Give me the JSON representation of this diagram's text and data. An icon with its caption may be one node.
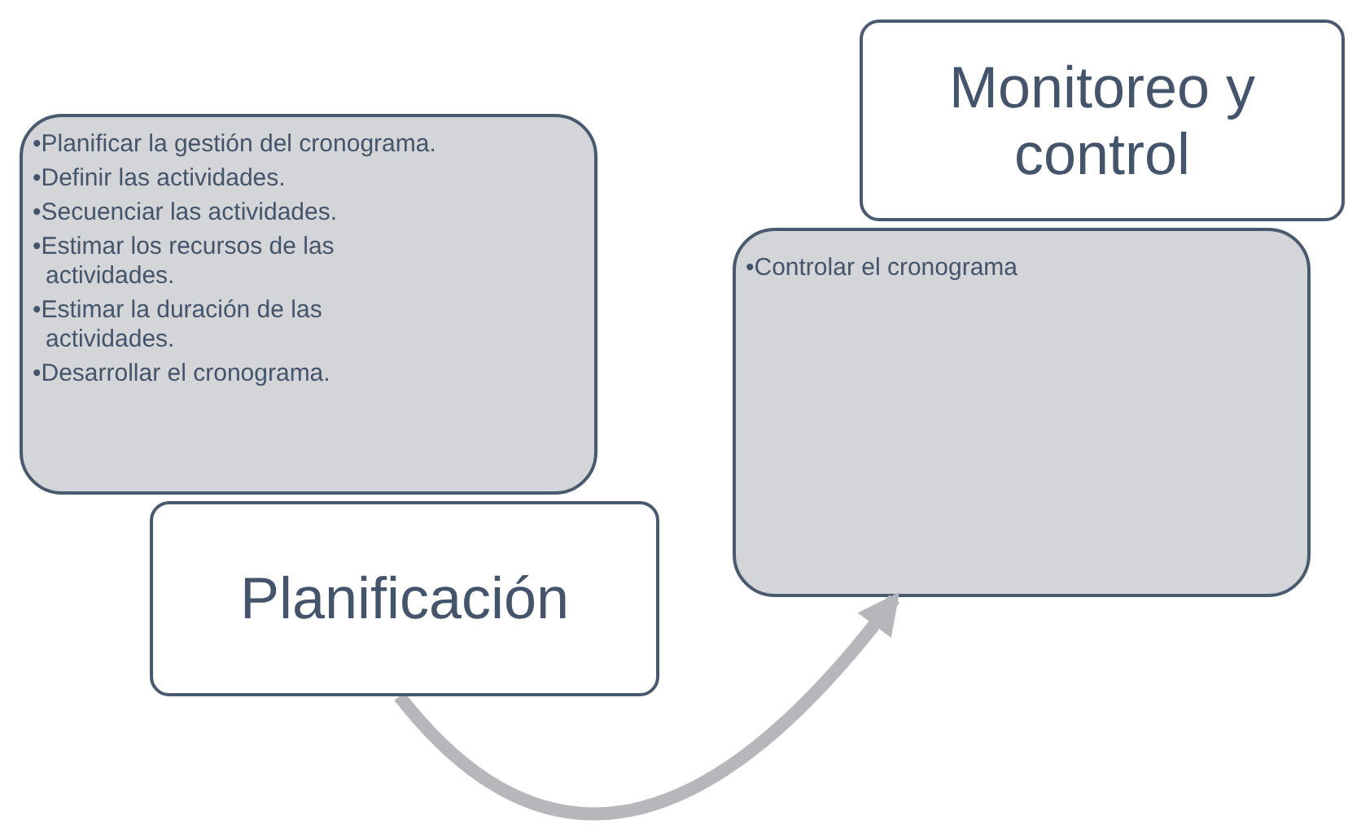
{
  "diagram": {
    "nodes": [
      {
        "text": [
          "•Planificar la gestión del cronograma.",
          "•Definir las actividades.",
          "•Secuenciar las actividades.",
          "•Estimar los recursos de las actividades.",
          "•Estimar la duración de las actividades.",
          "•Desarrollar el cronograma."
        ]
      },
      {
        "text": [
          "Planificación"
        ]
      },
      {
        "text": [
          "•Controlar el cronograma"
        ]
      },
      {
        "text": [
          "Monitoreo y control"
        ]
      }
    ],
    "edges": [
      {
        "from": 1,
        "to": 2,
        "arrow": "to",
        "color": "#b5b7bb"
      }
    ]
  }
}
